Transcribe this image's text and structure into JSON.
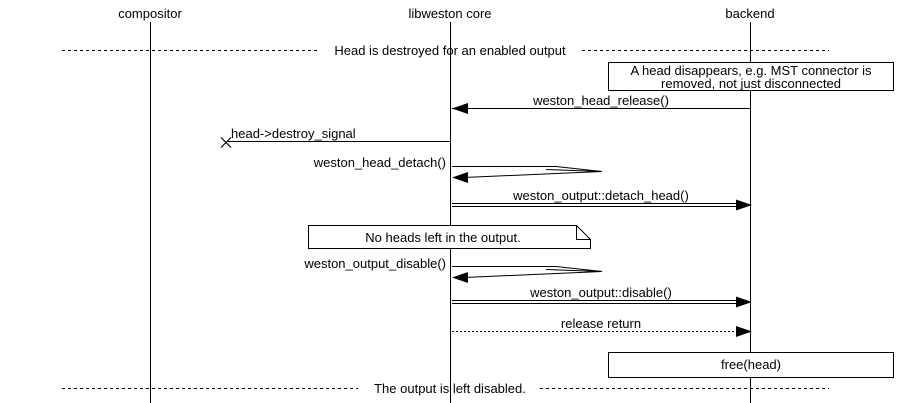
{
  "participants": [
    {
      "label": "compositor"
    },
    {
      "label": "libweston core"
    },
    {
      "label": "backend"
    }
  ],
  "dividers": [
    {
      "label": "Head is destroyed for an enabled output"
    },
    {
      "label": "The output is left disabled."
    }
  ],
  "notes": [
    {
      "line1": "A head disappears, e.g. MST connector is",
      "line2": "removed, not just disconnected"
    },
    {
      "text": "No heads left in the output."
    }
  ],
  "messages": [
    {
      "label": "weston_head_release()",
      "from": "backend",
      "to": "libweston core",
      "style": "solid"
    },
    {
      "label": "head->destroy_signal",
      "from": "libweston core",
      "to": "lost-message-x",
      "style": "solid"
    },
    {
      "label": "weston_head_detach()",
      "from": "libweston core",
      "to": "libweston core",
      "style": "self-call"
    },
    {
      "label": "weston_output::detach_head()",
      "from": "libweston core",
      "to": "backend",
      "style": "double-line"
    },
    {
      "label": "weston_output_disable()",
      "from": "libweston core",
      "to": "libweston core",
      "style": "self-call"
    },
    {
      "label": "weston_output::disable()",
      "from": "libweston core",
      "to": "backend",
      "style": "double-line"
    },
    {
      "label": "release return",
      "from": "libweston core",
      "to": "backend",
      "style": "dotted"
    }
  ],
  "exec_box": {
    "label": "free(head)"
  },
  "colors": {
    "line": "#000000",
    "background": "#ffffff",
    "text": "#000000"
  }
}
